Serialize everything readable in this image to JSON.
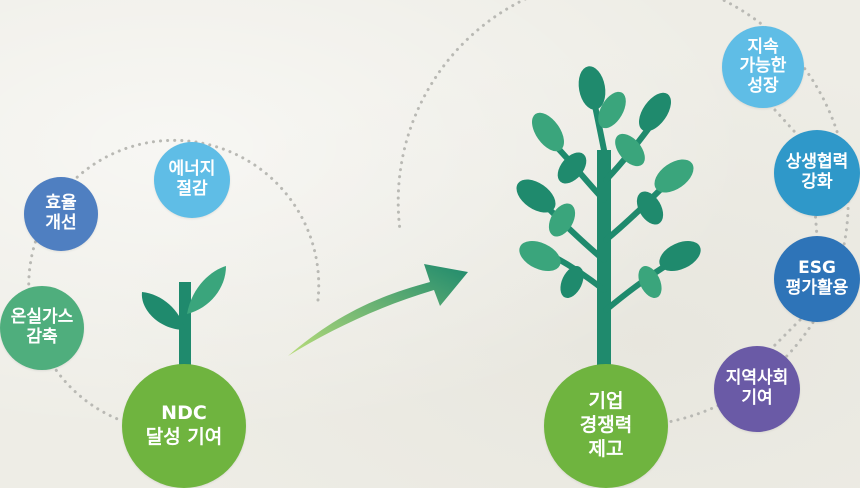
{
  "left": {
    "center": {
      "label": "NDC\n달성 기여",
      "color": "#6fb43f"
    },
    "items": [
      {
        "key": "energy",
        "label": "에너지\n절감",
        "color": "#5fbde6"
      },
      {
        "key": "efficiency",
        "label": "효율\n개선",
        "color": "#4f7fc1"
      },
      {
        "key": "ghg",
        "label": "온실가스\n감축",
        "color": "#4fae7d"
      }
    ]
  },
  "right": {
    "center": {
      "label": "기업\n경쟁력\n제고",
      "color": "#6fb43f"
    },
    "items": [
      {
        "key": "sustainable",
        "label": "지속\n가능한\n성장",
        "color": "#5fbde6"
      },
      {
        "key": "win-win",
        "label": "상생협력\n강화",
        "color": "#2f98c9"
      },
      {
        "key": "esg",
        "label": "ESG\n평가활용",
        "color": "#2e74b8"
      },
      {
        "key": "community",
        "label": "지역사회\n기여",
        "color": "#6a5aa6"
      }
    ]
  },
  "colors": {
    "leaf_dark": "#1f8a6d",
    "leaf_light": "#3aa57c",
    "arrow_start": "#b9dd7a",
    "arrow_end": "#1f8a6d",
    "dots": "#b9b9b4"
  }
}
